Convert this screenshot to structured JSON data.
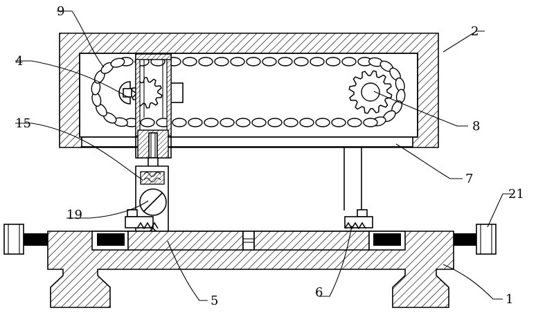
{
  "labels": {
    "frame": "2",
    "chain": "9",
    "drive_sprocket": "4",
    "support_column": "15",
    "roller": "19",
    "driven_sprocket": "8",
    "support_plate": "7",
    "clamp_jaw": "6",
    "slide_block": "5",
    "base": "1",
    "adjust_screw": "21"
  }
}
